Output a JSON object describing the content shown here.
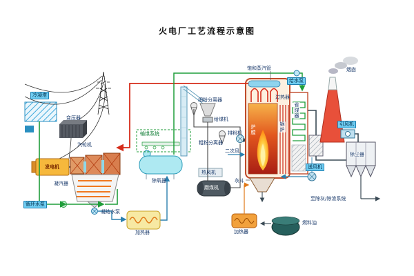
{
  "title": "火电厂工艺流程示意图",
  "colors": {
    "steam_pipe": "#d62c1a",
    "water_pipe": "#1f9d3a",
    "condensate_pipe": "#2a7fae",
    "flame": "#ff6a00",
    "chimney": "#e8503a",
    "tag_bg": "#6fcdf2"
  },
  "labels": {
    "cooling_tower": "冷凝塔",
    "transformer": "变压器",
    "generator": "发电机",
    "turbine": "汽轮机",
    "condenser": "凝汽器",
    "circ_pump": "循环水泵",
    "cond_pump": "凝结水泵",
    "heater1": "加热器",
    "deaerator": "除氧器",
    "coal_system": "输煤系统",
    "fine_separator": "细粉分离器",
    "coal_feeder": "给煤机",
    "powder_fan": "排粉机",
    "coarse_separator": "粗粉分离器",
    "secondary_air": "二次风",
    "coal_mill": "磨煤机",
    "hot_air_fan": "热风机",
    "ash_hopper": "灰斗",
    "saturated_steam_pipe": "饱和蒸汽管",
    "feed_pump": "给水泵",
    "superheater": "过热器",
    "furnace": "炉膛",
    "boiler": "锅炉",
    "economizer": "省煤器",
    "id_fan": "引风机",
    "dust_collector": "除尘器",
    "fd_fan": "送风机",
    "chimney": "烟囱",
    "ash_removal": "至除灰/除渣系统",
    "fuel_oil": "燃料油",
    "heater2": "加热器"
  }
}
